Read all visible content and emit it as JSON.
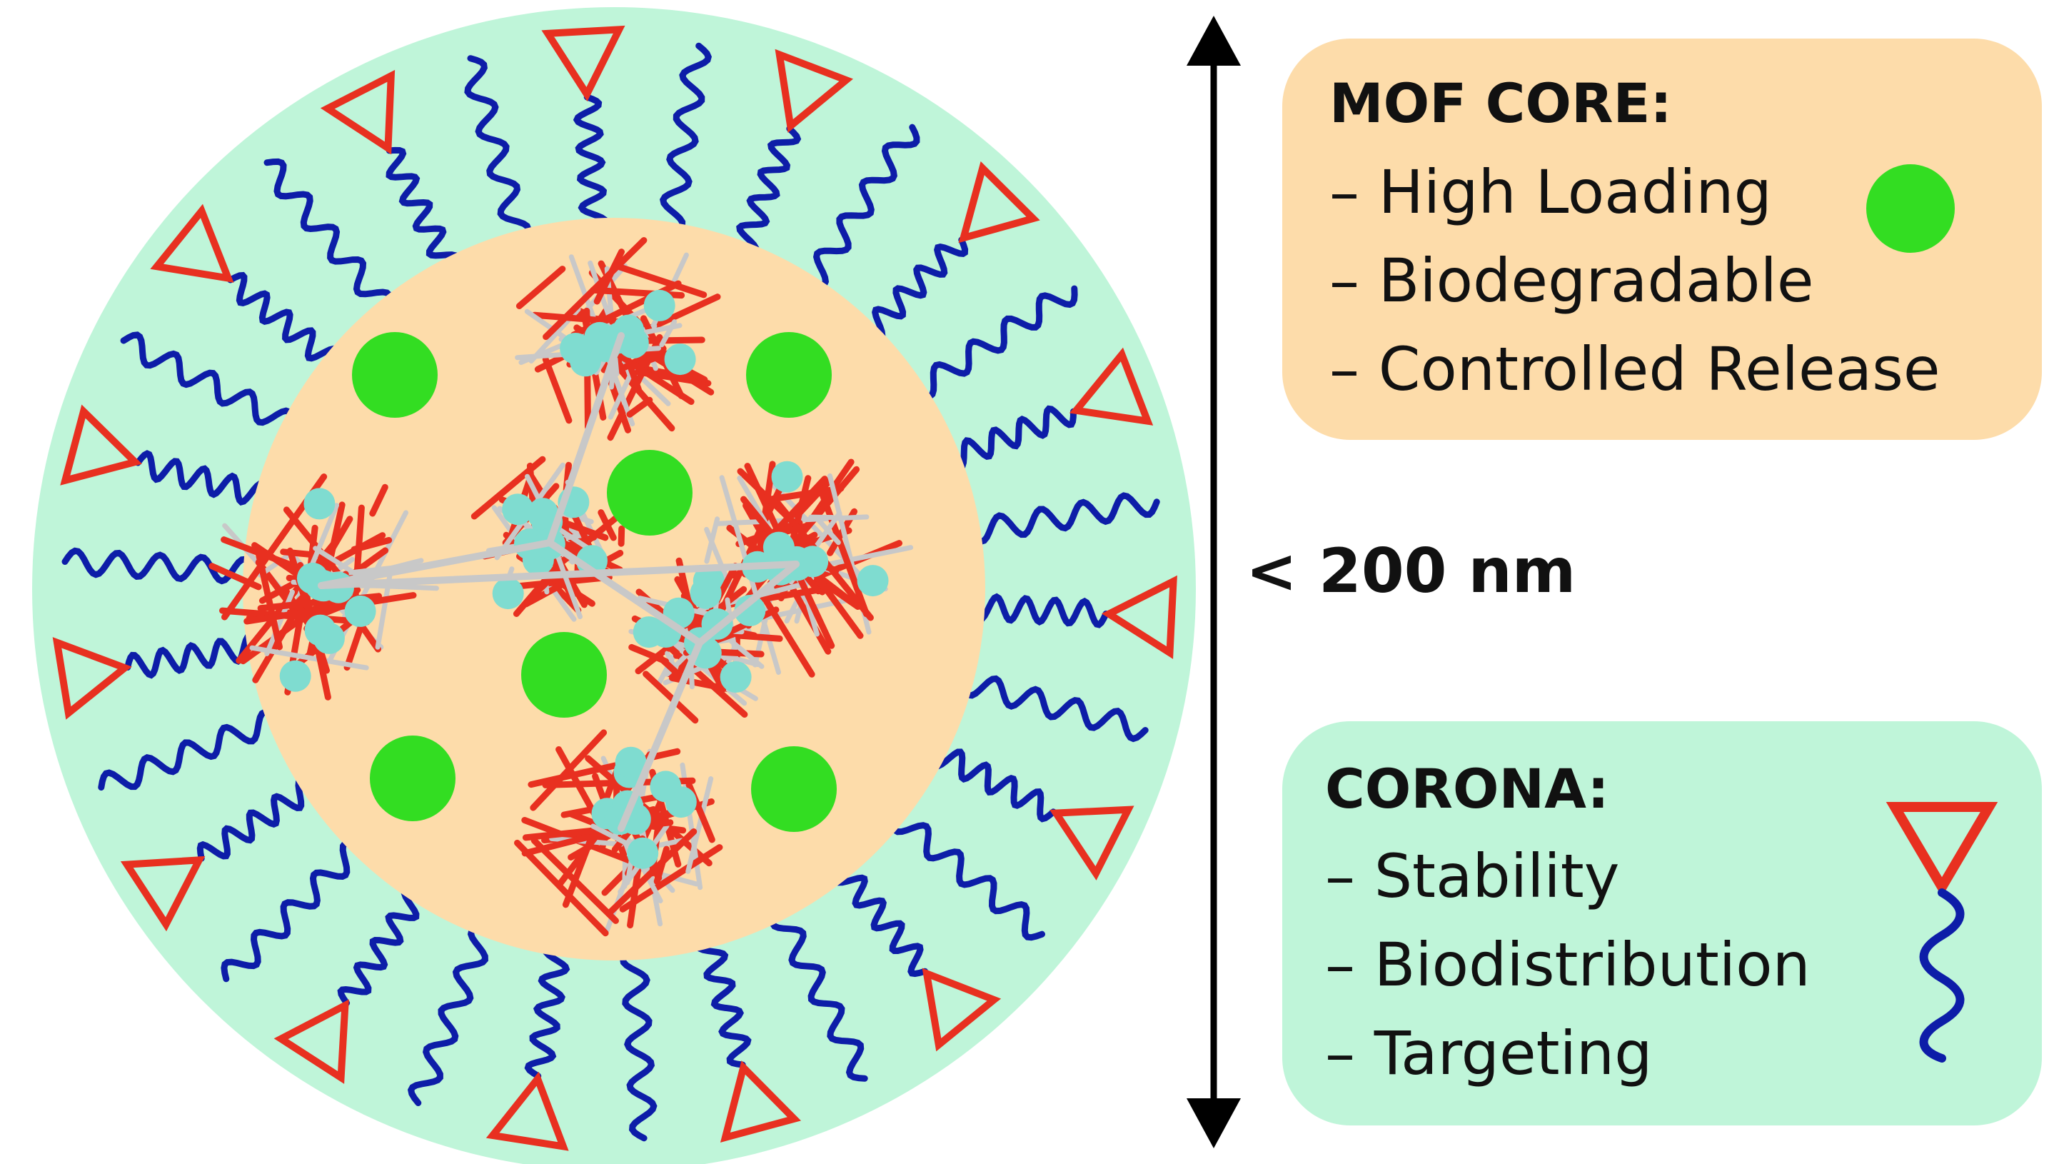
{
  "size_label": "< 200 nm",
  "core": {
    "title": "MOF CORE:",
    "items": [
      "– High Loading",
      "– Biodegradable",
      "– Controlled Release"
    ]
  },
  "corona": {
    "title": "CORONA:",
    "items": [
      "– Stability",
      "– Biodistribution",
      "– Targeting"
    ]
  },
  "colors": {
    "core_fill": "#fddcaa",
    "corona_fill": "#bff5d9",
    "drug_green": "#33dd22",
    "polymer_blue": "#0d1da8",
    "ligand_red": "#e83020",
    "metal_cluster": "#7fdcd0",
    "linker_grey": "#c8c8c8"
  },
  "icons": [
    "drug-molecule-icon",
    "targeting-ligand-icon",
    "polymer-chain-icon",
    "double-arrow-icon"
  ]
}
